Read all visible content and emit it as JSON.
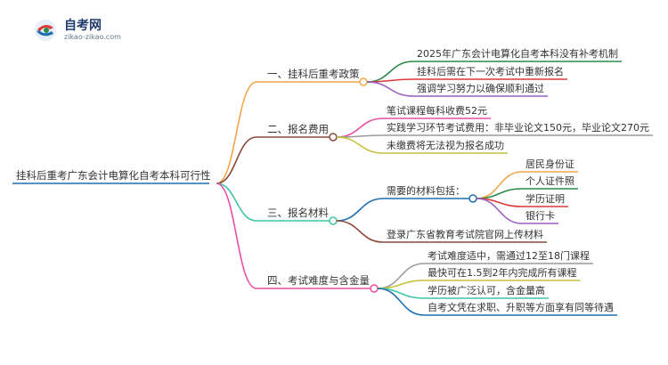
{
  "logo": {
    "title": "自考网",
    "url": "zikao-zikao.com"
  },
  "root": {
    "label": "挂科后重考广东会计电算化自考本科可行性"
  },
  "branches": [
    {
      "label": "一、挂科后重考政策",
      "color": "#f0a64a",
      "children": [
        {
          "label": "2025年广东会计电算化自考本科没有补考机制",
          "color": "#2c8a4a"
        },
        {
          "label": "挂科后需在下一次考试中重新报名",
          "color": "#d93a3a"
        },
        {
          "label": "强调学习努力以确保顺利通过",
          "color": "#9b5fc0"
        }
      ]
    },
    {
      "label": "二、报名费用",
      "color": "#8b4a3a",
      "children": [
        {
          "label": "笔试课程每科收费52元",
          "color": "#e94ea2"
        },
        {
          "label": "实践学习环节考试费用：非毕业论文150元，毕业论文270元",
          "color": "#9a9a9a"
        },
        {
          "label": "未缴费将无法视为报名成功",
          "color": "#c5c13a"
        }
      ]
    },
    {
      "label": "三、报名材料",
      "color": "#3ec4a6",
      "children": [
        {
          "label": "需要的材料包括：",
          "color": "#1f6fb0",
          "children": [
            {
              "label": "居民身份证",
              "color": "#f0a64a"
            },
            {
              "label": "个人证件照",
              "color": "#2c8a4a"
            },
            {
              "label": "学历证明",
              "color": "#d93a3a"
            },
            {
              "label": "银行卡",
              "color": "#9b5fc0"
            }
          ]
        },
        {
          "label": "登录广东省教育考试院官网上传材料",
          "color": "#8b4a3a"
        }
      ]
    },
    {
      "label": "四、考试难度与含金量",
      "color": "#e94ea2",
      "children": [
        {
          "label": "考试难度适中，需通过12至18门课程",
          "color": "#9a9a9a"
        },
        {
          "label": "最快可在1.5到2年内完成所有课程",
          "color": "#c5c13a"
        },
        {
          "label": "学历被广泛认可，含金量高",
          "color": "#3ec4a6"
        },
        {
          "label": "自考文凭在求职、升职等方面享有同等待遇",
          "color": "#1f6fb0"
        }
      ]
    }
  ],
  "colors": {
    "root_line": "#1f6fb0",
    "text": "#333333"
  }
}
